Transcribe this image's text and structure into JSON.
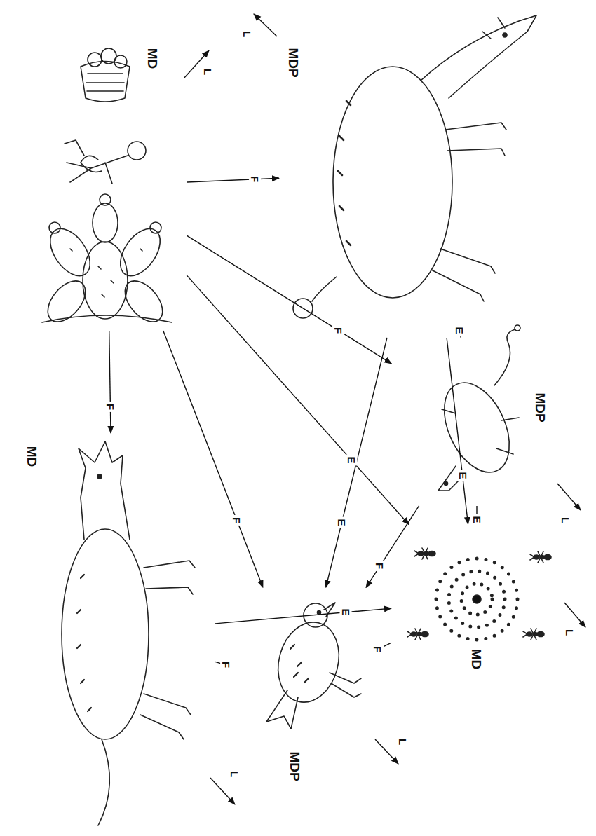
{
  "diagram": {
    "nodes": [
      {
        "text": [
          "MD"
        ]
      },
      {
        "text": [
          "MDP"
        ]
      },
      {
        "text": [
          "MDP"
        ]
      },
      {
        "text": [
          "MD"
        ]
      },
      {
        "text": [
          "MDP"
        ]
      },
      {
        "text": [
          "MD"
        ]
      }
    ],
    "edges": [
      {
        "from": 0,
        "to": 5,
        "arrow": "to",
        "label": "F"
      },
      {
        "from": 0,
        "to": 1,
        "arrow": "to",
        "label": "F"
      },
      {
        "from": 0,
        "to": 2,
        "arrow": "to",
        "label": "F"
      },
      {
        "from": 0,
        "to": 4,
        "arrow": "to",
        "label": "F"
      },
      {
        "from": 0,
        "to": 3,
        "arrow": "to",
        "label": "E"
      },
      {
        "from": 1,
        "to": 2,
        "arrow": "to",
        "label": "E"
      },
      {
        "from": 1,
        "to": 3,
        "arrow": "to",
        "label": "E"
      },
      {
        "from": 1,
        "to": 4,
        "arrow": "to",
        "label": "E"
      },
      {
        "from": 2,
        "to": 3,
        "arrow": "to",
        "label": "E"
      },
      {
        "from": 2,
        "to": 4,
        "arrow": "to",
        "label": "F"
      },
      {
        "from": 3,
        "to": 4,
        "arrow": "to",
        "label": "F"
      },
      {
        "from": 5,
        "to": 4,
        "arrow": "to",
        "label": "F"
      },
      {
        "from": 5,
        "to": 3,
        "arrow": "to",
        "label": "E"
      }
    ],
    "labels": [
      "L",
      "L",
      "L",
      "L",
      "L",
      "L"
    ]
  }
}
